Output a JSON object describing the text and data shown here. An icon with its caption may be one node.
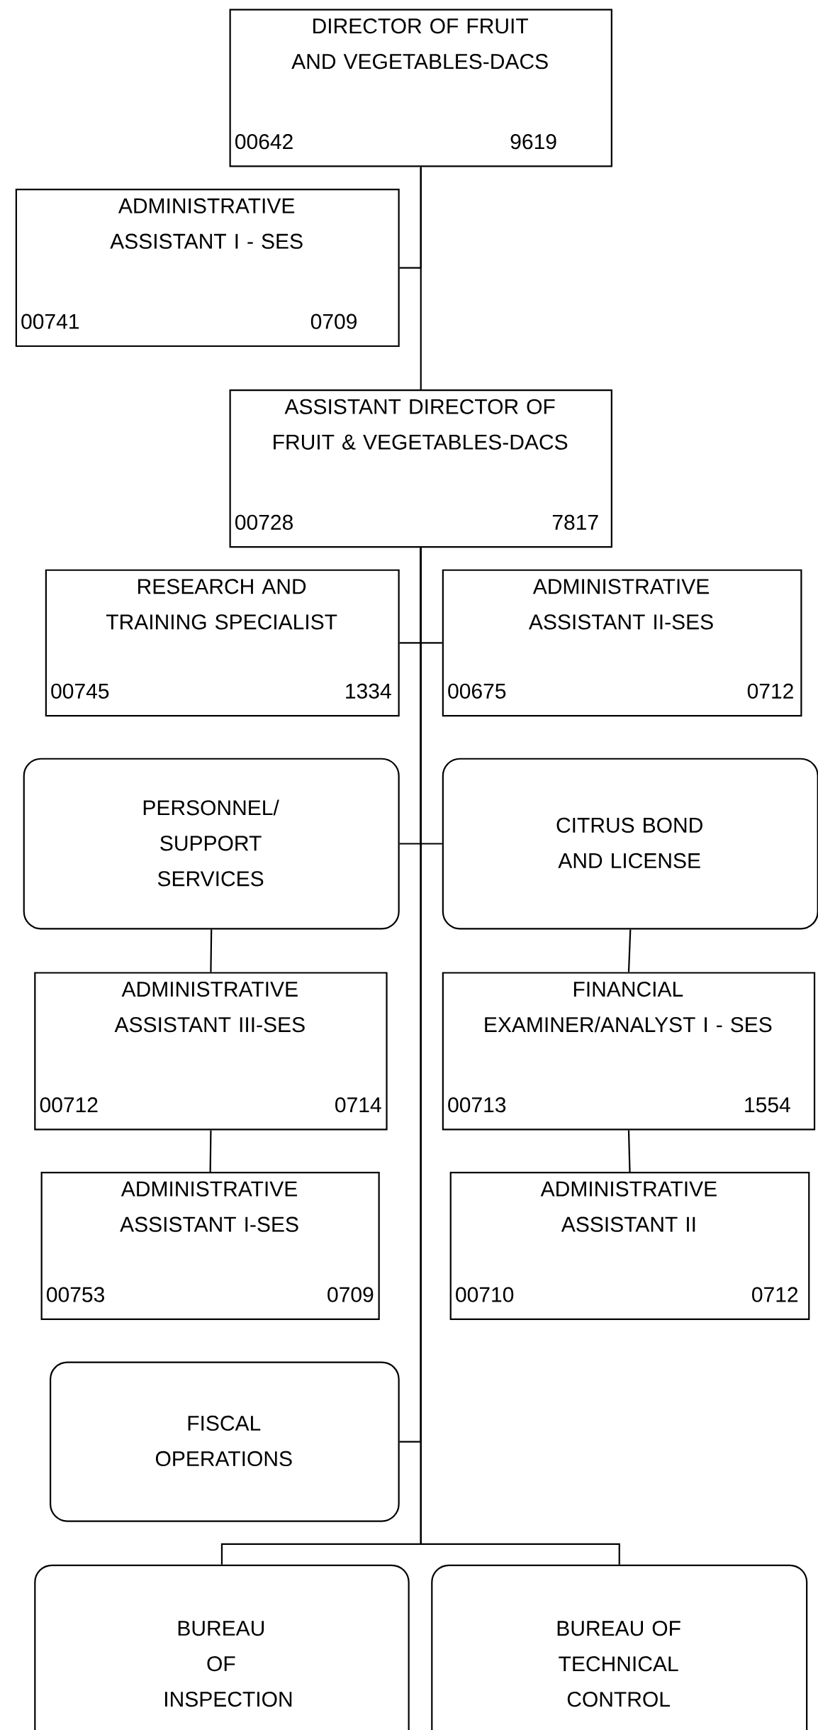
{
  "diagram": {
    "nodes": [
      {
        "text": [
          "DIRECTOR OF FRUIT AND VEGETABLES-DACS",
          "00642",
          "9619"
        ]
      },
      {
        "text": [
          "ADMINISTRATIVE ASSISTANT I - SES",
          "00741",
          "0709"
        ]
      },
      {
        "text": [
          "ASSISTANT DIRECTOR OF FRUIT & VEGETABLES-DACS",
          "00728",
          "7817"
        ]
      },
      {
        "text": [
          "RESEARCH AND TRAINING SPECIALIST",
          "00745",
          "1334"
        ]
      },
      {
        "text": [
          "ADMINISTRATIVE ASSISTANT II-SES",
          "00675",
          "0712"
        ]
      },
      {
        "text": [
          "PERSONNEL/ SUPPORT SERVICES"
        ]
      },
      {
        "text": [
          "CITRUS BOND AND LICENSE"
        ]
      },
      {
        "text": [
          "ADMINISTRATIVE ASSISTANT III-SES",
          "00712",
          "0714"
        ]
      },
      {
        "text": [
          "FINANCIAL EXAMINER/ANALYST I - SES",
          "00713",
          "1554"
        ]
      },
      {
        "text": [
          "ADMINISTRATIVE ASSISTANT I-SES",
          "00753",
          "0709"
        ]
      },
      {
        "text": [
          "ADMINISTRATIVE ASSISTANT II",
          "00710",
          "0712"
        ]
      },
      {
        "text": [
          "FISCAL OPERATIONS"
        ]
      },
      {
        "text": [
          "BUREAU OF INSPECTION"
        ]
      },
      {
        "text": [
          "BUREAU OF TECHNICAL CONTROL"
        ]
      }
    ],
    "edges": [
      {
        "from": 0,
        "to": 1,
        "arrow": "none"
      },
      {
        "from": 0,
        "to": 2,
        "arrow": "none"
      },
      {
        "from": 2,
        "to": 3,
        "arrow": "none"
      },
      {
        "from": 2,
        "to": 4,
        "arrow": "none"
      },
      {
        "from": 2,
        "to": 5,
        "arrow": "none"
      },
      {
        "from": 2,
        "to": 6,
        "arrow": "none"
      },
      {
        "from": 5,
        "to": 7,
        "arrow": "none"
      },
      {
        "from": 7,
        "to": 9,
        "arrow": "none"
      },
      {
        "from": 6,
        "to": 8,
        "arrow": "none"
      },
      {
        "from": 8,
        "to": 10,
        "arrow": "none"
      },
      {
        "from": 2,
        "to": 11,
        "arrow": "none"
      },
      {
        "from": 2,
        "to": 12,
        "arrow": "none"
      },
      {
        "from": 2,
        "to": 13,
        "arrow": "none"
      }
    ]
  }
}
